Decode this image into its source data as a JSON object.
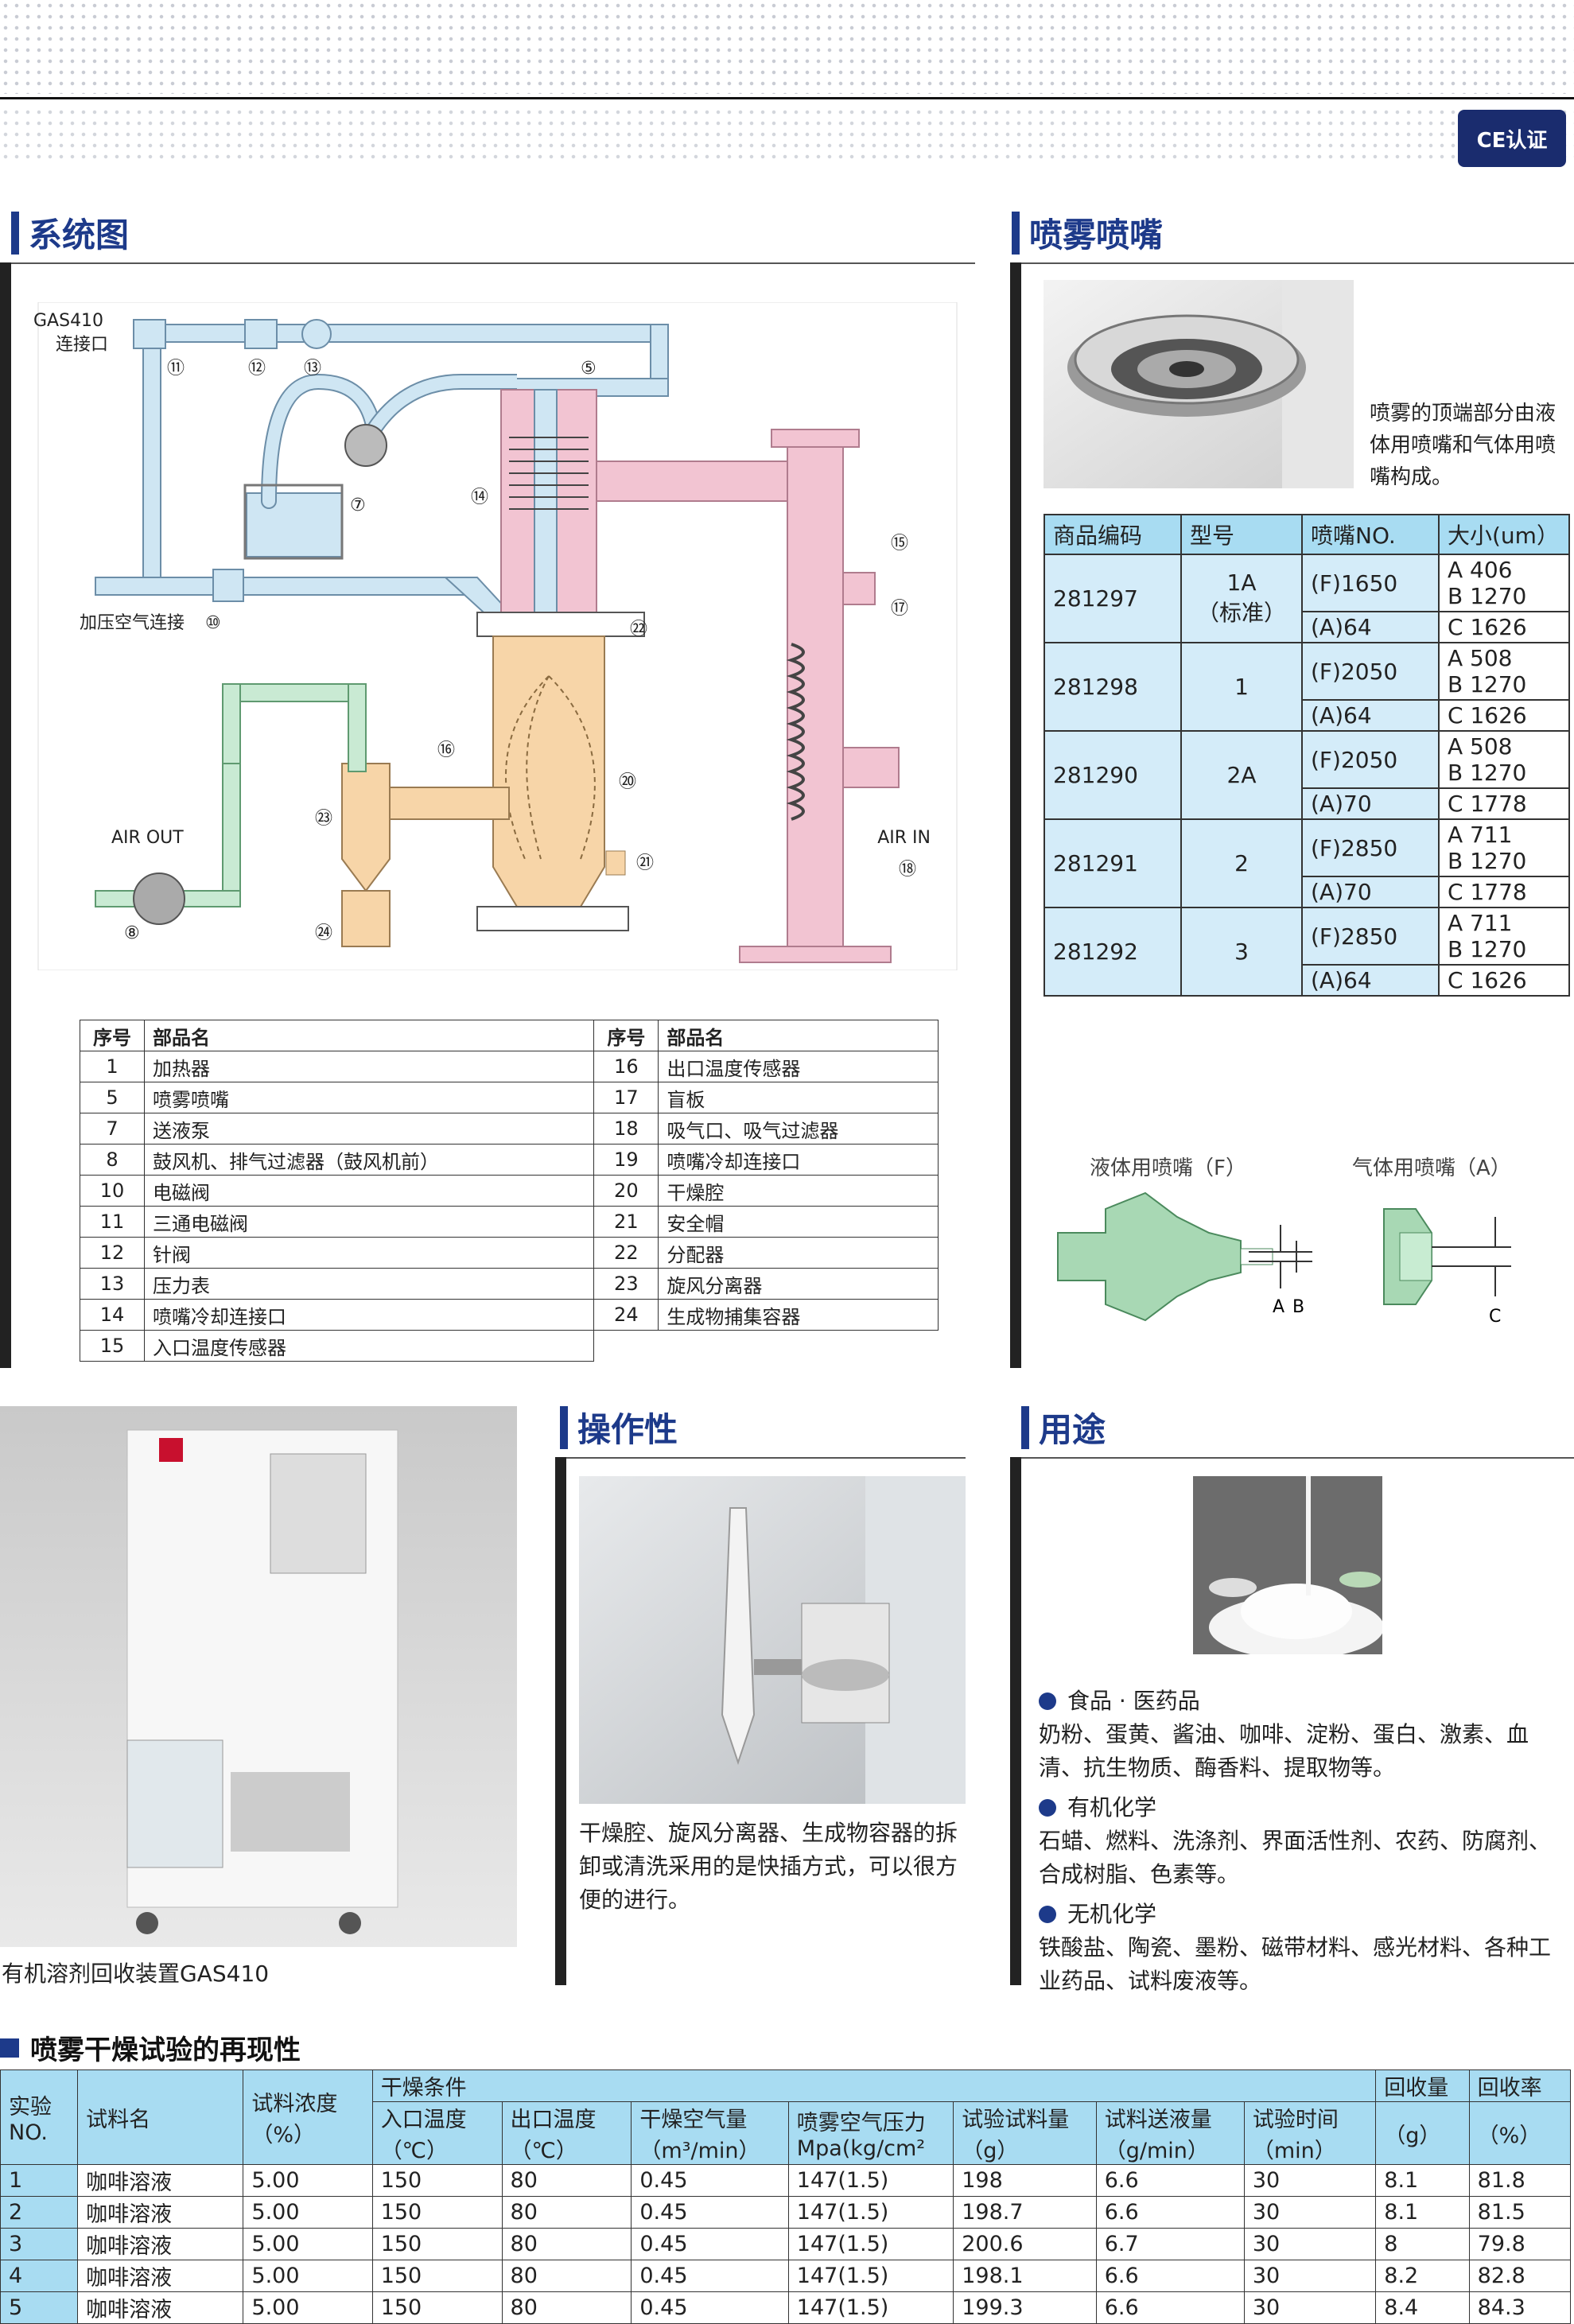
{
  "badge": "CE认证",
  "sections": {
    "system": "系统图",
    "nozzle": "喷雾喷嘴",
    "operability": "操作性",
    "usage": "用途",
    "reproducibility": "喷雾干燥试验的再现性"
  },
  "diagram": {
    "gas_port_line1": "GAS410",
    "gas_port_line2": "连接口",
    "pressure_air": "加压空气连接",
    "air_out": "AIR OUT",
    "air_in": "AIR IN",
    "n1": "⑪",
    "n2": "⑫",
    "n3": "⑬",
    "n5": "⑤",
    "n7": "⑦",
    "n10": "⑩",
    "n14": "⑭",
    "n15": "⑮",
    "n16": "⑯",
    "n17": "⑰",
    "n18": "⑱",
    "n20": "⑳",
    "n21": "㉑",
    "n22": "㉒",
    "n23": "㉓",
    "n24": "㉔",
    "n8": "⑧"
  },
  "parts_table": {
    "headers": [
      "序号",
      "部品名",
      "序号",
      "部品名"
    ],
    "left": [
      [
        "1",
        "加热器"
      ],
      [
        "5",
        "喷雾喷嘴"
      ],
      [
        "7",
        "送液泵"
      ],
      [
        "8",
        "鼓风机、排气过滤器（鼓风机前）"
      ],
      [
        "10",
        "电磁阀"
      ],
      [
        "11",
        "三通电磁阀"
      ],
      [
        "12",
        "针阀"
      ],
      [
        "13",
        "压力表"
      ],
      [
        "14",
        "喷嘴冷却连接口"
      ],
      [
        "15",
        "入口温度传感器"
      ]
    ],
    "right": [
      [
        "16",
        "出口温度传感器"
      ],
      [
        "17",
        "盲板"
      ],
      [
        "18",
        "吸气口、吸气过滤器"
      ],
      [
        "19",
        "喷嘴冷却连接口"
      ],
      [
        "20",
        "干燥腔"
      ],
      [
        "21",
        "安全帽"
      ],
      [
        "22",
        "分配器"
      ],
      [
        "23",
        "旋风分离器"
      ],
      [
        "24",
        "生成物捕集容器"
      ]
    ]
  },
  "nozzle": {
    "desc": "喷雾的顶端部分由液体用喷嘴和气体用喷嘴构成。",
    "headers": [
      "商品编码",
      "型号",
      "喷嘴NO.",
      "大小(um）"
    ],
    "rows": [
      {
        "code": "281297",
        "model": "1A",
        "model_note": "（标准）",
        "f": "(F)1650",
        "fsize1": "A 406",
        "fsize2": "B 1270",
        "a": "(A)64",
        "asize": "C 1626"
      },
      {
        "code": "281298",
        "model": "1",
        "model_note": "",
        "f": "(F)2050",
        "fsize1": "A 508",
        "fsize2": "B 1270",
        "a": "(A)64",
        "asize": "C 1626"
      },
      {
        "code": "281290",
        "model": "2A",
        "model_note": "",
        "f": "(F)2050",
        "fsize1": "A 508",
        "fsize2": "B 1270",
        "a": "(A)70",
        "asize": "C 1778"
      },
      {
        "code": "281291",
        "model": "2",
        "model_note": "",
        "f": "(F)2850",
        "fsize1": "A 711",
        "fsize2": "B 1270",
        "a": "(A)70",
        "asize": "C 1778"
      },
      {
        "code": "281292",
        "model": "3",
        "model_note": "",
        "f": "(F)2850",
        "fsize1": "A 711",
        "fsize2": "B 1270",
        "a": "(A)64",
        "asize": "C 1626"
      }
    ],
    "liquid_label": "液体用喷嘴（F）",
    "gas_label": "气体用喷嘴（A）",
    "lbl_a": "A",
    "lbl_b": "B",
    "lbl_c": "C"
  },
  "device_caption": "有机溶剂回收装置GAS410",
  "operability_desc": "干燥腔、旋风分离器、生成物容器的拆卸或清洗采用的是快插方式，可以很方便的进行。",
  "usage": [
    {
      "title": "食品 · 医药品",
      "body": "奶粉、蛋黄、酱油、咖啡、淀粉、蛋白、激素、血清、抗生物质、酶香料、提取物等。"
    },
    {
      "title": "有机化学",
      "body": "石蜡、燃料、洗涤剂、界面活性剂、农药、防腐剂、合成树脂、色素等。"
    },
    {
      "title": "无机化学",
      "body": "铁酸盐、陶瓷、墨粉、磁带材料、感光材料、各种工业药品、试料废液等。"
    }
  ],
  "results": {
    "h_no": "实验NO.",
    "h_name": "试料名",
    "h_conc": "试料浓度（%）",
    "h_cond": "干燥条件",
    "h_inlet": "入口温度（℃）",
    "h_outlet": "出口温度（℃）",
    "h_air": "干燥空气量（m³/min）",
    "h_spray": "喷雾空气压力Mpa(kg/cm²",
    "h_amount": "试验试料量（g）",
    "h_feed": "试料送液量（g/min）",
    "h_time": "试验时间（min）",
    "h_recv": "回收量",
    "h_recv_u": "（g）",
    "h_rate": "回收率",
    "h_rate_u": "（%）",
    "rows": [
      [
        "1",
        "咖啡溶液",
        "5.00",
        "150",
        "80",
        "0.45",
        "147(1.5)",
        "198",
        "6.6",
        "30",
        "8.1",
        "81.8"
      ],
      [
        "2",
        "咖啡溶液",
        "5.00",
        "150",
        "80",
        "0.45",
        "147(1.5)",
        "198.7",
        "6.6",
        "30",
        "8.1",
        "81.5"
      ],
      [
        "3",
        "咖啡溶液",
        "5.00",
        "150",
        "80",
        "0.45",
        "147(1.5)",
        "200.6",
        "6.7",
        "30",
        "8",
        "79.8"
      ],
      [
        "4",
        "咖啡溶液",
        "5.00",
        "150",
        "80",
        "0.45",
        "147(1.5)",
        "198.1",
        "6.6",
        "30",
        "8.2",
        "82.8"
      ],
      [
        "5",
        "咖啡溶液",
        "5.00",
        "150",
        "80",
        "0.45",
        "147(1.5)",
        "199.3",
        "6.6",
        "30",
        "8.4",
        "84.3"
      ]
    ]
  }
}
